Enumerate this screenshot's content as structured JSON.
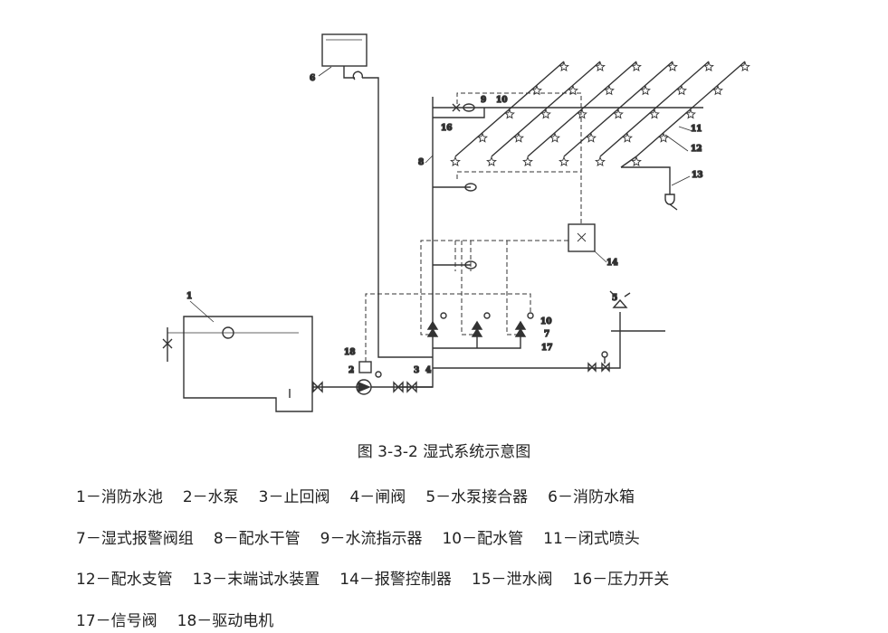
{
  "diagram": {
    "caption": "图 3-3-2 湿式系统示意图",
    "callouts": [
      "1",
      "2",
      "3",
      "4",
      "5",
      "6",
      "7",
      "8",
      "9",
      "10",
      "11",
      "12",
      "13",
      "14",
      "16",
      "17",
      "18",
      "10"
    ],
    "sprinkler_branches": 6,
    "sprinklers_per_branch": 5
  },
  "legend": [
    [
      "1－消防水池",
      "2－水泵",
      "3－止回阀",
      "4－闸阀",
      "5－水泵接合器",
      "6－消防水箱"
    ],
    [
      "7－湿式报警阀组",
      "8－配水干管",
      "9－水流指示器",
      "10－配水管",
      "11－闭式喷头"
    ],
    [
      "12－配水支管",
      "13－末端试水装置",
      "14－报警控制器",
      "15－泄水阀",
      "16－压力开关"
    ],
    [
      "17－信号阀",
      "18－驱动电机"
    ]
  ]
}
